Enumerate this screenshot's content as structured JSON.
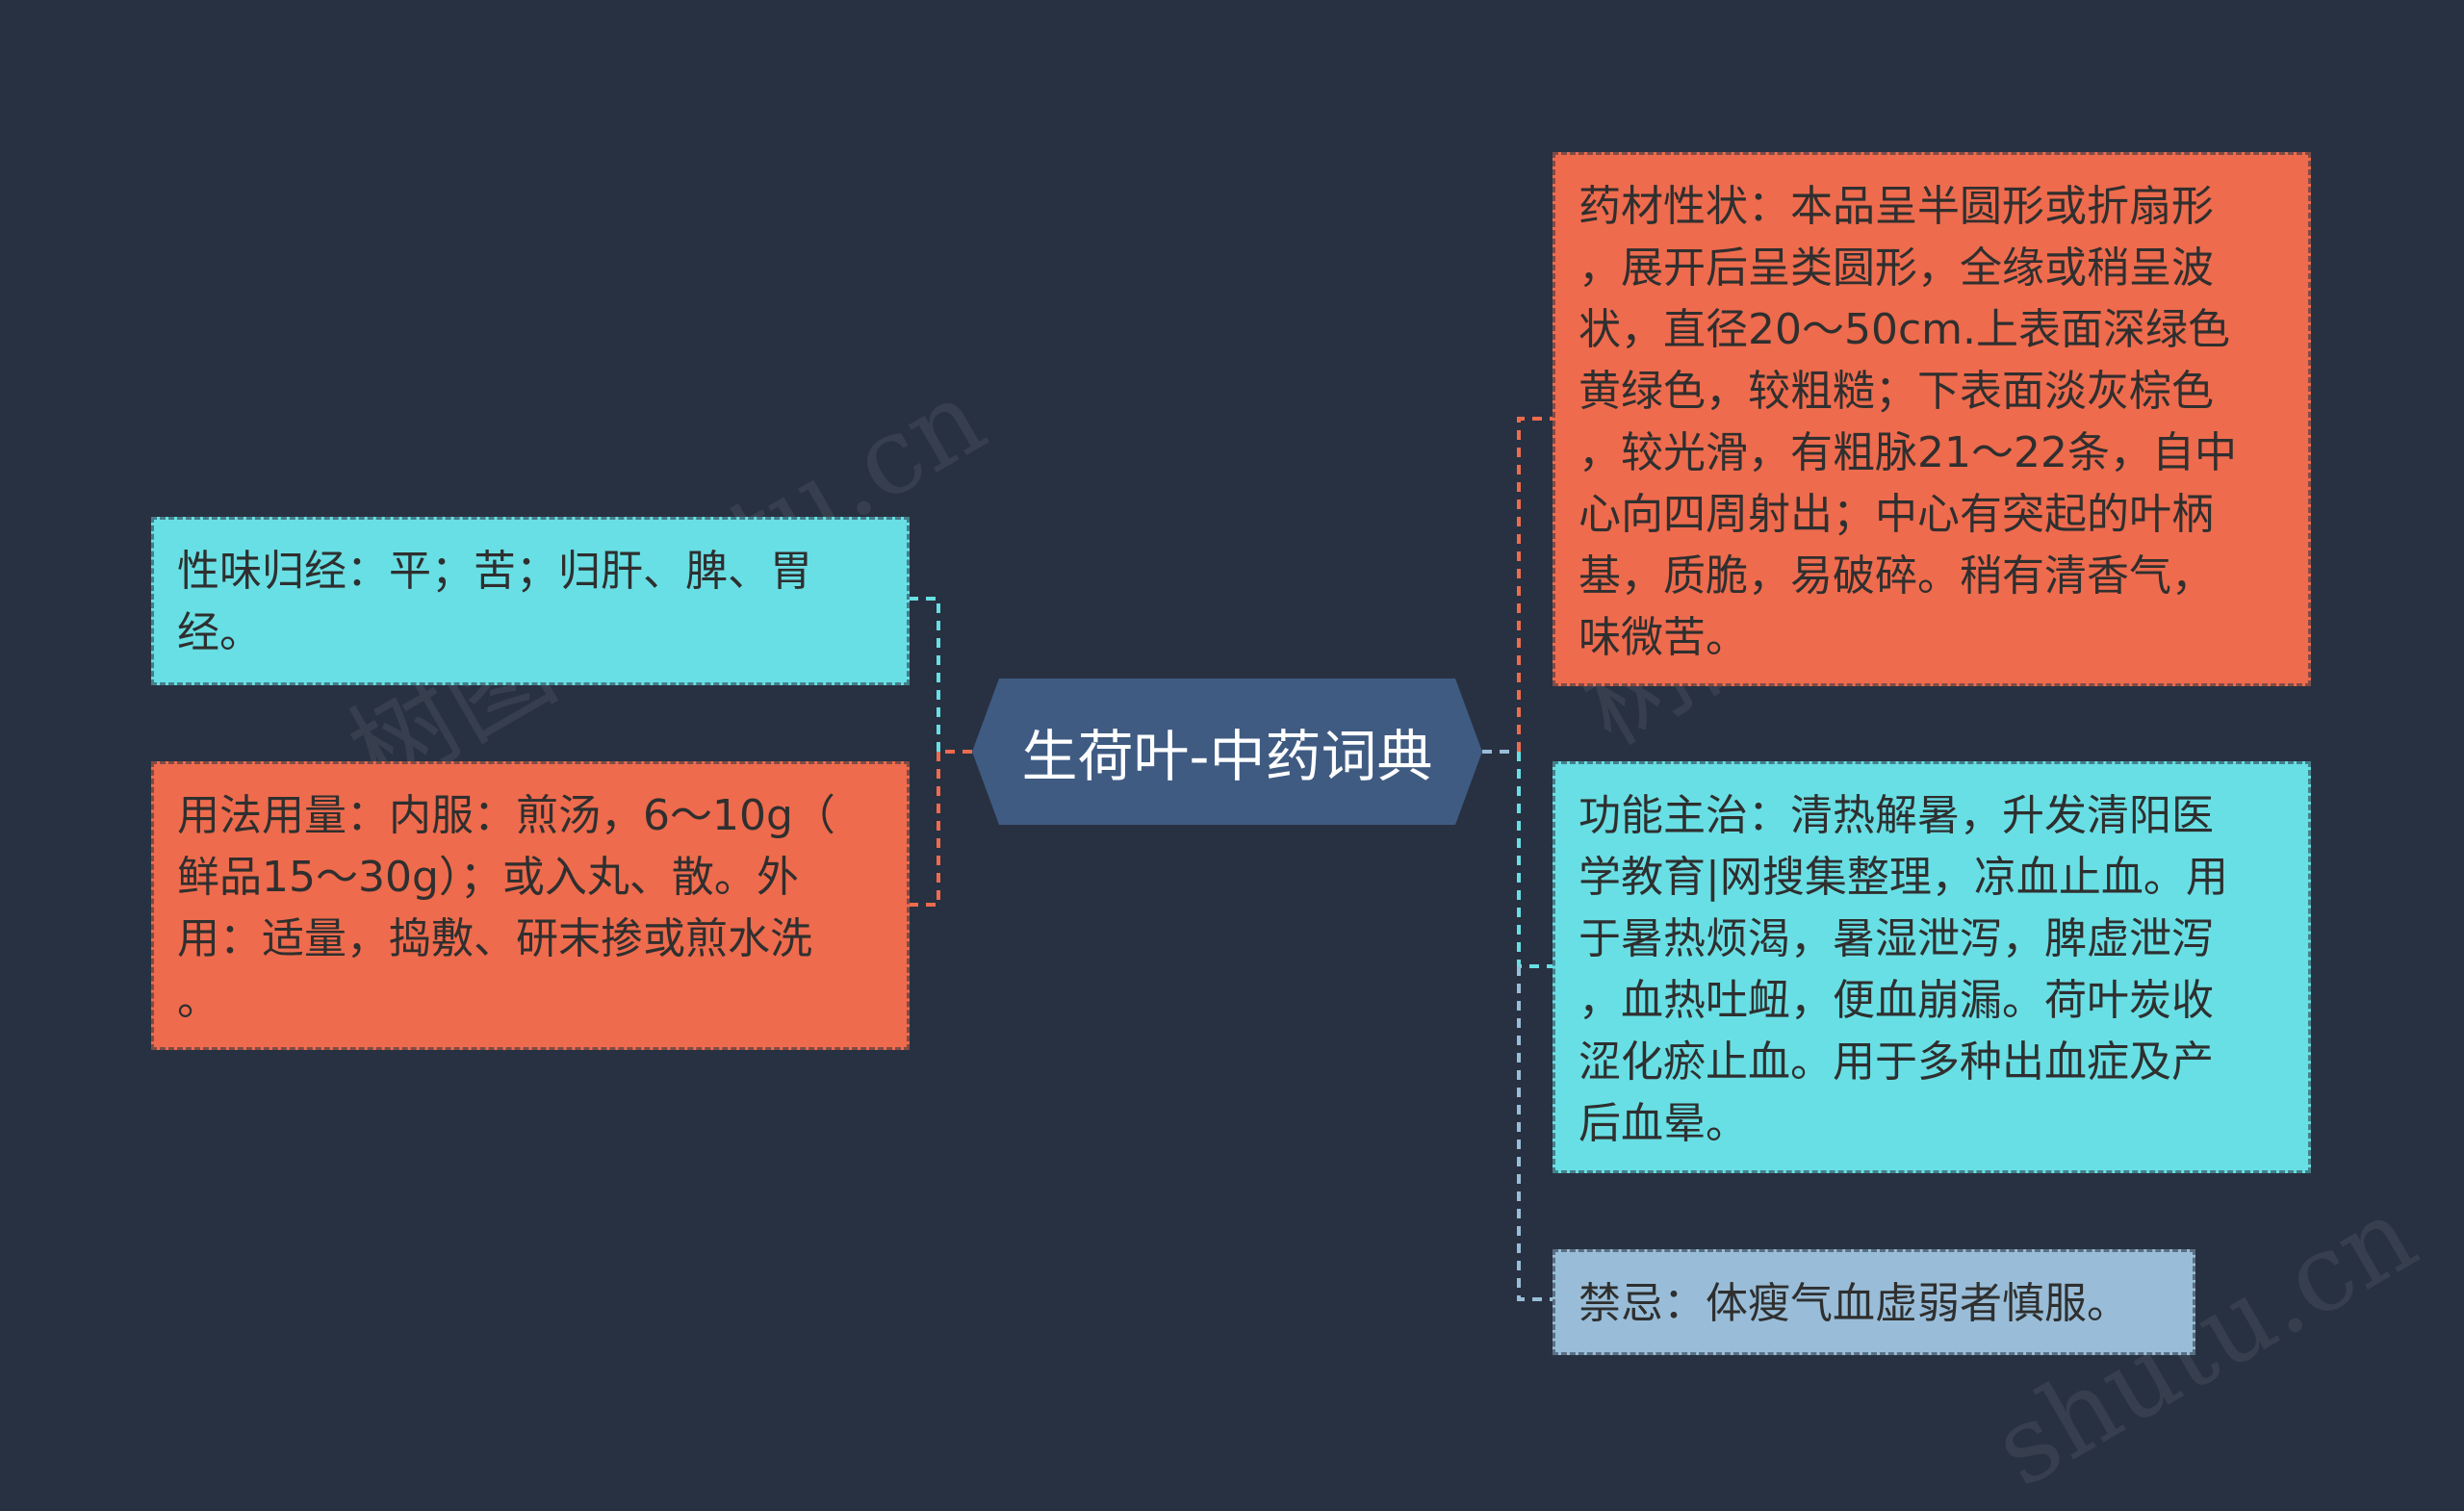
{
  "central": {
    "title": "生荷叶-中药词典"
  },
  "left": [
    {
      "id": "xingwei",
      "text": "性味归经：平；苦；归肝、脾、胃\n经。",
      "color": "#68dfe4"
    },
    {
      "id": "yongfa",
      "text": "用法用量：内服：煎汤，6～10g（\n鲜品15～30g）；或入丸、散。外\n用：适量，捣敷、研末掺或煎水洗\n。",
      "color": "#ee6b4d"
    }
  ],
  "right": [
    {
      "id": "yaocai",
      "text": "药材性状：本品呈半圆形或折扇形\n，展开后呈类圆形，全缘或稍呈波\n状，直径20～50cm.上表面深绿色\n黄绿色，较粗糙；下表面淡灰棕色\n，较光滑，有粗脉21～22条，自中\n心向四周射出；中心有突起的叶柄\n基，质脆，易破碎。稍有清香气，\n味微苦。",
      "color": "#ee6b4d"
    },
    {
      "id": "gongneng",
      "text": "功能主治：清热解暑，升发清阳医\n学教育|网搜集整理，凉血止血。用\n于暑热烦渴，暑湿泄泻，脾虚泄泻\n，血热吐衄，便血崩漏。荷叶炭收\n涩化瘀止血。用于多种出血症及产\n后血晕。",
      "color": "#68dfe4"
    },
    {
      "id": "jinji",
      "text": "禁忌：体瘦气血虚弱者慎服。",
      "color": "#99bdd8"
    }
  ],
  "watermarks": [
    "树图 shutu.cn",
    "树图 shutu.cn",
    "shutu.cn"
  ]
}
